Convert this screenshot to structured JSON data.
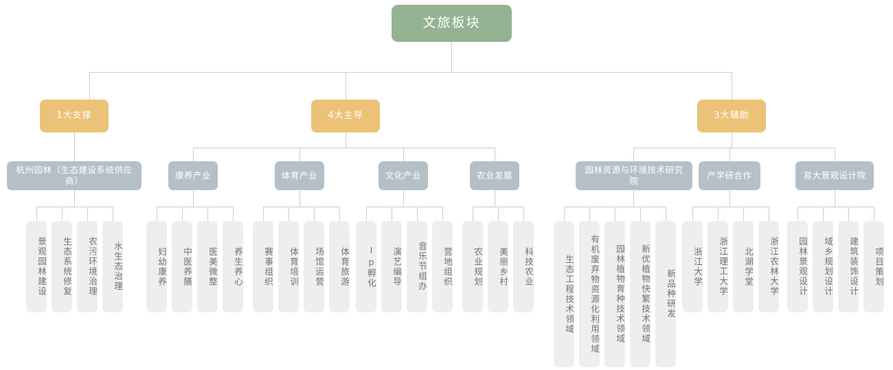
{
  "diagram": {
    "title": "文旅板块",
    "colors": {
      "root": "#93b392",
      "level2": "#ecc278",
      "level3": "#b4c0c8",
      "leaf": "#eeeeee",
      "line": "#c9ccce",
      "leaf_text": "#6f7276"
    },
    "root": {
      "label": "文旅板块"
    },
    "level2": [
      {
        "label": "1大支撑"
      },
      {
        "label": "4大主导"
      },
      {
        "label": "3大辅助"
      }
    ],
    "level3": [
      {
        "label": "杭州园林（生态建设系统供应商）"
      },
      {
        "label": "康养产业"
      },
      {
        "label": "体育产业"
      },
      {
        "label": "文化产业"
      },
      {
        "label": "农业发展"
      },
      {
        "label": "园林资源与环境技术研究院"
      },
      {
        "label": "产学研合作"
      },
      {
        "label": "易大景观设计院"
      }
    ],
    "leaves": {
      "hangzhou_yuanlin": [
        {
          "label": "景观园林建设"
        },
        {
          "label": "生态系统修复"
        },
        {
          "label": "农污环境治理"
        },
        {
          "label": "水生态治理"
        }
      ],
      "kangyang": [
        {
          "label": "妇幼康养"
        },
        {
          "label": "中医养膳"
        },
        {
          "label": "医美微整"
        },
        {
          "label": "养生养心"
        }
      ],
      "tiyu": [
        {
          "label": "赛事组织"
        },
        {
          "label": "体育培训"
        },
        {
          "label": "场馆运营"
        },
        {
          "label": "体育旅游"
        }
      ],
      "wenhua": [
        {
          "label": "Ip孵化"
        },
        {
          "label": "演艺编导"
        },
        {
          "label": "音乐节组办"
        },
        {
          "label": "营地组织"
        }
      ],
      "nongye": [
        {
          "label": "农业规划"
        },
        {
          "label": "美丽乡村"
        },
        {
          "label": "科技农业"
        }
      ],
      "yanjiuyuan": [
        {
          "label": "生态工程技术领域"
        },
        {
          "label": "有机废弃物资源化利用领域"
        },
        {
          "label": "园林植物育种技术领域"
        },
        {
          "label": "新优植物快繁技术领域"
        },
        {
          "label": "新品种研发"
        }
      ],
      "chanxueyan": [
        {
          "label": "浙江大学"
        },
        {
          "label": "浙江理工大学"
        },
        {
          "label": "北湖学堂"
        },
        {
          "label": "浙江农林大学"
        }
      ],
      "yida": [
        {
          "label": "园林景观设计"
        },
        {
          "label": "域乡规划设计"
        },
        {
          "label": "建筑装饰设计"
        },
        {
          "label": "项目策划"
        }
      ]
    }
  }
}
